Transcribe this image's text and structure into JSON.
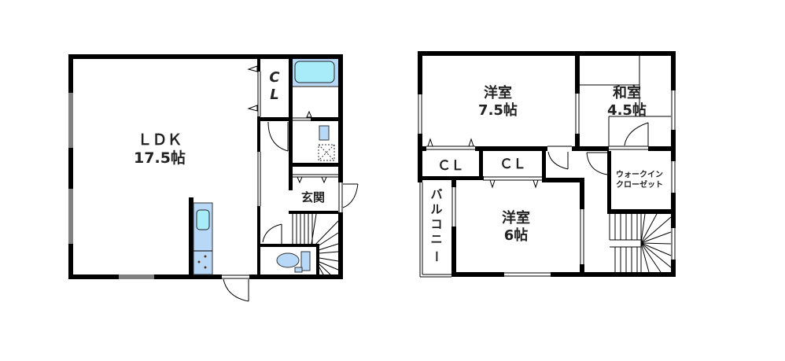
{
  "floor1": {
    "rooms": {
      "ldk": {
        "name": "ＬＤＫ",
        "size": "17.5帖"
      },
      "closet": {
        "line1": "C",
        "line2": "L"
      },
      "entrance": {
        "name": "玄関"
      }
    }
  },
  "floor2": {
    "rooms": {
      "western1": {
        "name": "洋室",
        "size": "7.5帖"
      },
      "japanese": {
        "name": "和室",
        "size": "4.5帖"
      },
      "closet_a": {
        "name": "ＣＬ"
      },
      "closet_b": {
        "name": "ＣＬ"
      },
      "walkin": {
        "line1": "ウォークイン",
        "line2": "クローゼット"
      },
      "balcony": {
        "chars": [
          "バ",
          "ル",
          "コ",
          "ニ",
          "ー"
        ]
      },
      "western2": {
        "name": "洋室",
        "size": "6帖"
      }
    }
  },
  "colors": {
    "wall": "#000000",
    "fixture_fill": "#b8d8f8",
    "tub_fill": "#a8ecfa",
    "background": "#ffffff"
  }
}
